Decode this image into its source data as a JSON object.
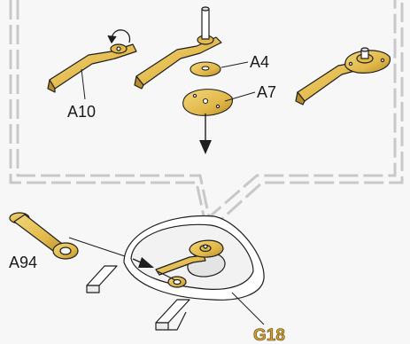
{
  "labels": {
    "a10": "A10",
    "a4": "A4",
    "a7": "A7",
    "a94": "A94",
    "g18": "G18"
  },
  "colors": {
    "brass": "#e2b94a",
    "brass_dark": "#8a6a1c",
    "callout_border": "#c8c8c8",
    "outline": "#1e1e1e",
    "accent_label": "#d4a030",
    "background": "#f7f7f7"
  },
  "icons": {
    "rotation_arrow": "curved-arrow-icon",
    "assembly_arrow": "down-arrow-icon"
  }
}
